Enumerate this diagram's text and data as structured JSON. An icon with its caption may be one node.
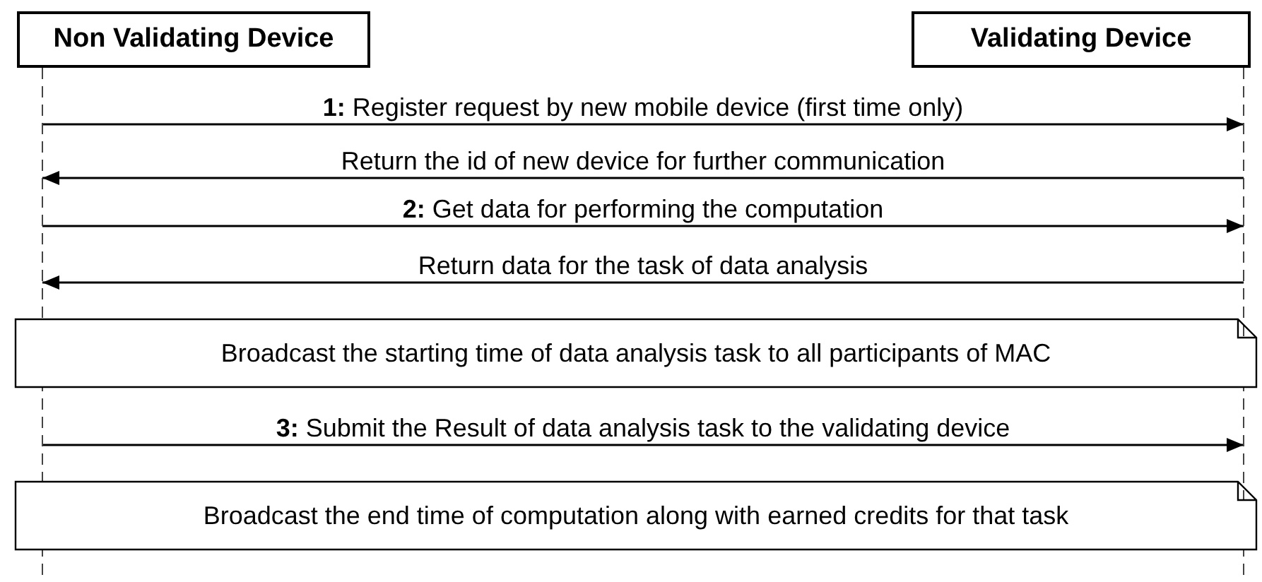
{
  "diagram": {
    "nodes": [
      {
        "text": [
          "Non Validating Device"
        ]
      },
      {
        "text": [
          "Validating Device"
        ]
      },
      {
        "text": [
          "Broadcast the starting time of data analysis task to all participants of MAC"
        ]
      },
      {
        "text": [
          "Broadcast the end time of computation along with earned credits for that task"
        ]
      }
    ],
    "edges": [
      {
        "from": 0,
        "to": 1,
        "arrow": "to",
        "label": "**1:** Register request by new mobile device (first time only)"
      },
      {
        "from": 1,
        "to": 0,
        "arrow": "to",
        "label": "Return the id of new device for further communication"
      },
      {
        "from": 0,
        "to": 1,
        "arrow": "to",
        "label": "**2:** Get data for performing the computation"
      },
      {
        "from": 1,
        "to": 0,
        "arrow": "to",
        "label": "Return data for the task of data analysis"
      },
      {
        "from": 0,
        "to": 1,
        "arrow": "to",
        "label": "**3:** Submit the Result of data analysis task to the validating device"
      }
    ]
  }
}
